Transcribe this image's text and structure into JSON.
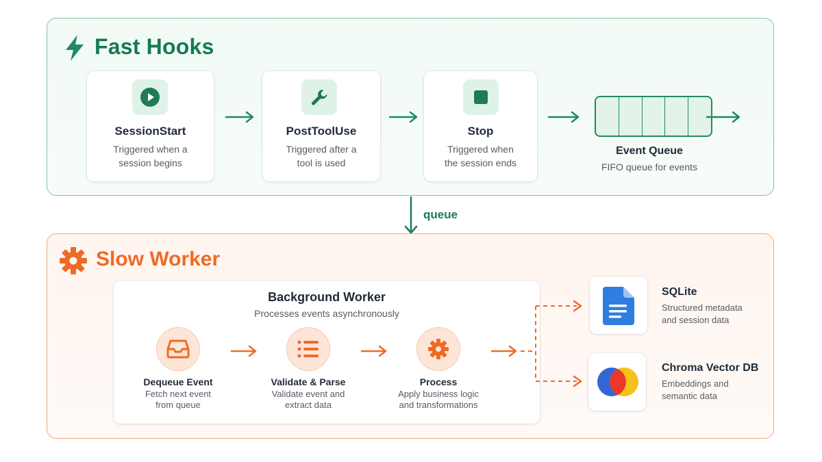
{
  "fast_hooks": {
    "title": "Fast Hooks",
    "icon": "lightning-bolt-icon",
    "accent": "#167a54",
    "hooks": [
      {
        "name": "SessionStart",
        "description": "Triggered when a\nsession begins",
        "icon": "play-icon"
      },
      {
        "name": "PostToolUse",
        "description": "Triggered after a\ntool is used",
        "icon": "wrench-icon"
      },
      {
        "name": "Stop",
        "description": "Triggered when\nthe session ends",
        "icon": "stop-icon"
      }
    ],
    "event_queue": {
      "title": "Event Queue",
      "description": "FIFO queue for events"
    }
  },
  "queue_connector": {
    "label": "queue"
  },
  "slow_worker": {
    "title": "Slow Worker",
    "icon": "gear-icon",
    "accent": "#ef6a25",
    "background_worker": {
      "title": "Background Worker",
      "subtitle": "Processes events asynchronously",
      "steps": [
        {
          "name": "Dequeue Event",
          "description": "Fetch next event\nfrom queue",
          "icon": "inbox-tray-icon"
        },
        {
          "name": "Validate & Parse",
          "description": "Validate event and\nextract data",
          "icon": "list-icon"
        },
        {
          "name": "Process",
          "description": "Apply business logic\nand transformations",
          "icon": "gear-icon"
        }
      ]
    },
    "stores": [
      {
        "name": "SQLite",
        "description": "Structured metadata\nand session data",
        "icon": "document-icon"
      },
      {
        "name": "Chroma Vector DB",
        "description": "Embeddings and\nsemantic data",
        "icon": "chroma-logo-icon"
      }
    ]
  }
}
